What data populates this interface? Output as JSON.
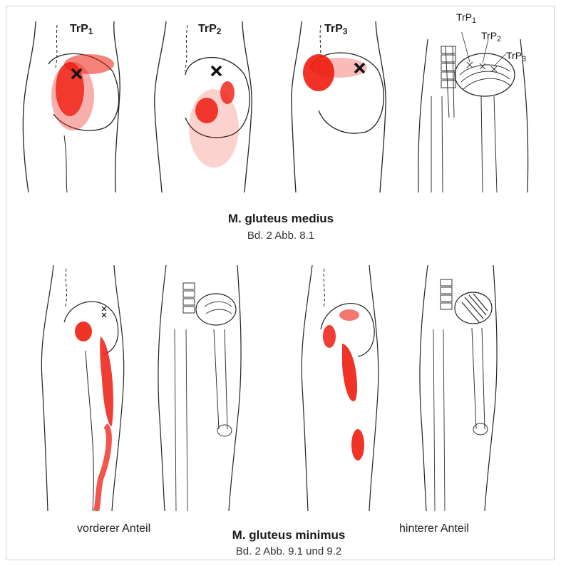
{
  "top_section": {
    "title": "M. gluteus medius",
    "subtitle": "Bd. 2 Abb. 8.1",
    "trp_labels": [
      {
        "base": "TrP",
        "sub": "1"
      },
      {
        "base": "TrP",
        "sub": "2"
      },
      {
        "base": "TrP",
        "sub": "3"
      }
    ],
    "anatomy_labels": [
      {
        "base": "TrP",
        "sub": "1"
      },
      {
        "base": "TrP",
        "sub": "2"
      },
      {
        "base": "TrP",
        "sub": "3"
      }
    ]
  },
  "bottom_section": {
    "title": "M. gluteus minimus",
    "subtitle": "Bd. 2 Abb. 9.1 und 9.2",
    "left_label": "vorderer Anteil",
    "right_label": "hinterer Anteil"
  },
  "colors": {
    "pain_red": "#ee1c10",
    "outline": "#222222"
  }
}
